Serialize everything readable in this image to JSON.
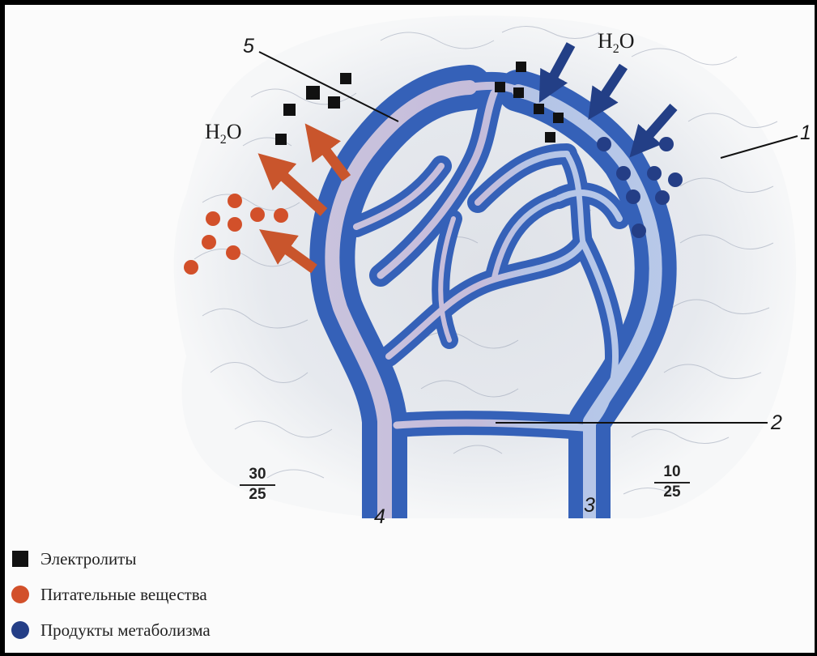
{
  "labels": {
    "l1": "1",
    "l2": "2",
    "l3": "3",
    "l4": "4",
    "l5": "5"
  },
  "water": {
    "left": {
      "main": "H",
      "sub": "2",
      "tail": "O"
    },
    "right": {
      "main": "H",
      "sub": "2",
      "tail": "O"
    }
  },
  "magnification": {
    "left": {
      "num": "30",
      "den": "25"
    },
    "right": {
      "num": "10",
      "den": "25"
    }
  },
  "legend": [
    {
      "label": "Электролиты",
      "marker": "square",
      "color": "#111111"
    },
    {
      "label": "Питательные вещества",
      "marker": "circle",
      "color": "#d2502a"
    },
    {
      "label": "Продукты метаболизма",
      "marker": "circle",
      "color": "#243e86"
    }
  ],
  "colors": {
    "arterial": "#e8607a",
    "venous": "#3d6fc4",
    "nutrient": "#d2502a",
    "metabolite": "#243e86",
    "electrolyte": "#111111",
    "arrow_out": "#c9552c",
    "arrow_in": "#233f86"
  }
}
